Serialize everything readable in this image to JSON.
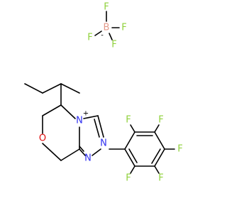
{
  "colors": {
    "bond": "#000000",
    "fluorine": "#8fd13a",
    "boron": "#e39a8a",
    "nitrogen": "#3030f0",
    "oxygen": "#e01010"
  },
  "atoms": {
    "bf4_boron": {
      "symbol": "B",
      "charge": "-"
    },
    "bf4_fluorine_top": {
      "symbol": "F"
    },
    "bf4_fluorine_right": {
      "symbol": "F"
    },
    "bf4_fluorine_left": {
      "symbol": "F"
    },
    "bf4_fluorine_bottom": {
      "symbol": "F"
    },
    "ring_oxygen": {
      "symbol": "O"
    },
    "triazolium_nitrogen": {
      "symbol": "N",
      "charge": "+"
    },
    "triazole_nitrogen_n2": {
      "symbol": "N"
    },
    "triazole_nitrogen_n1": {
      "symbol": "N"
    },
    "aryl_fluorine_upper_left": {
      "symbol": "F"
    },
    "aryl_fluorine_upper_right": {
      "symbol": "F"
    },
    "aryl_fluorine_right": {
      "symbol": "F"
    },
    "aryl_fluorine_lower_right": {
      "symbol": "F"
    },
    "aryl_fluorine_lower_left": {
      "symbol": "F"
    }
  }
}
